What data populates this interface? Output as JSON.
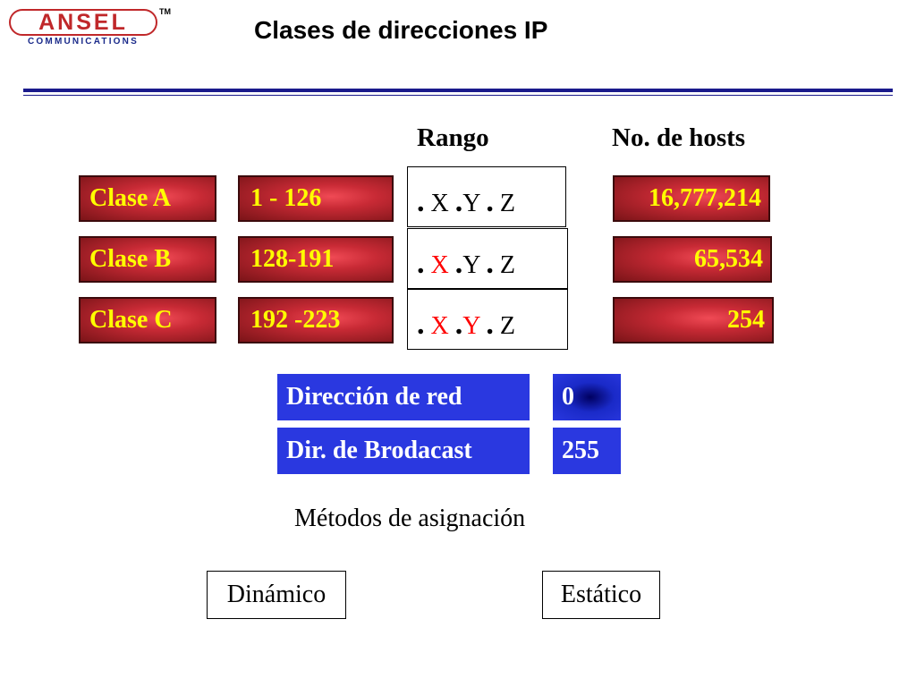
{
  "logo": {
    "word": "ANSEL",
    "tm": "TM",
    "subtitle": "COMMUNICATIONS"
  },
  "title": "Clases de direcciones IP",
  "headers": {
    "rango": "Rango",
    "hosts": "No. de hosts"
  },
  "rows": [
    {
      "clase": "Clase A",
      "rango": "1 - 126",
      "hosts": "16,777,214",
      "ip": {
        "x": "X",
        "y": "Y",
        "z": "Z"
      }
    },
    {
      "clase": "Clase B",
      "rango": "128-191",
      "hosts": "65,534",
      "ip": {
        "x": "X",
        "y": "Y",
        "z": "Z"
      }
    },
    {
      "clase": "Clase C",
      "rango": "192 -223",
      "hosts": "254",
      "ip": {
        "x": "X",
        "y": "Y",
        "z": "Z"
      }
    }
  ],
  "ip_dot": ".",
  "special": [
    {
      "label": "Dirección de red",
      "value": "0"
    },
    {
      "label": "Dir. de Brodacast",
      "value": "255"
    }
  ],
  "methods": {
    "title": "Métodos de asignación",
    "dynamic": "Dinámico",
    "static": "Estático"
  },
  "colors": {
    "red_box": "#c82a35",
    "yellow_text": "#ffff00",
    "blue_box": "#2a38e0",
    "highlight": "#ff0000",
    "rule": "#1a1a8c"
  }
}
